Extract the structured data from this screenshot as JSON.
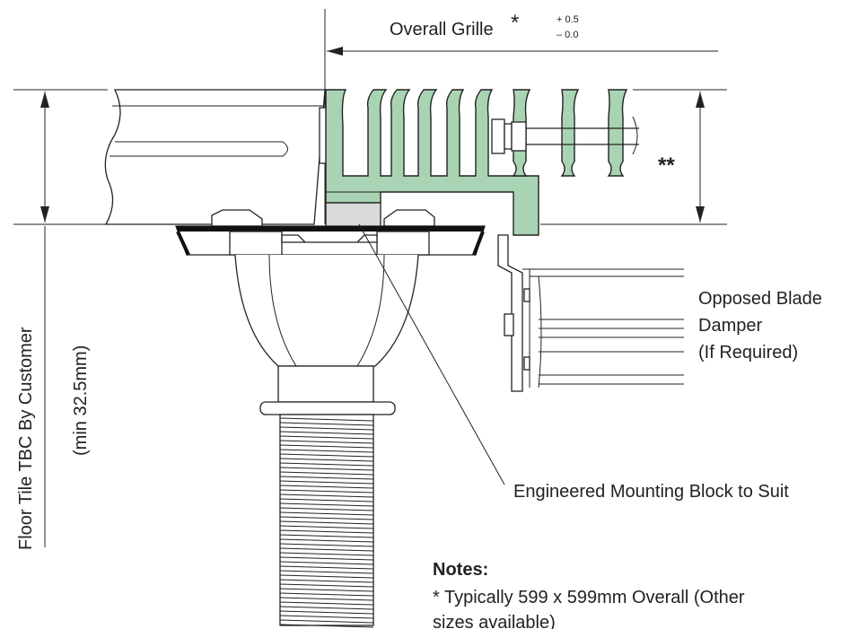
{
  "labels": {
    "overall_grille": "Overall Grille",
    "asterisk": "*",
    "tol_plus": "+ 0.5",
    "tol_minus": "– 0.0",
    "double_asterisk": "**",
    "damper_line1": "Opposed Blade",
    "damper_line2": "Damper",
    "damper_line3": "(If Required)",
    "mounting_block": "Engineered Mounting Block to Suit",
    "floor_tile": "Floor Tile TBC By Customer",
    "min_height": "(min 32.5mm)"
  },
  "notes": {
    "heading": "Notes:",
    "line1": "* Typically 599 x 599mm Overall (Other",
    "line2": "sizes available)"
  },
  "colors": {
    "grille_fill": "#a9d4b4",
    "block_fill": "#d9d9d9",
    "line": "#222222"
  }
}
